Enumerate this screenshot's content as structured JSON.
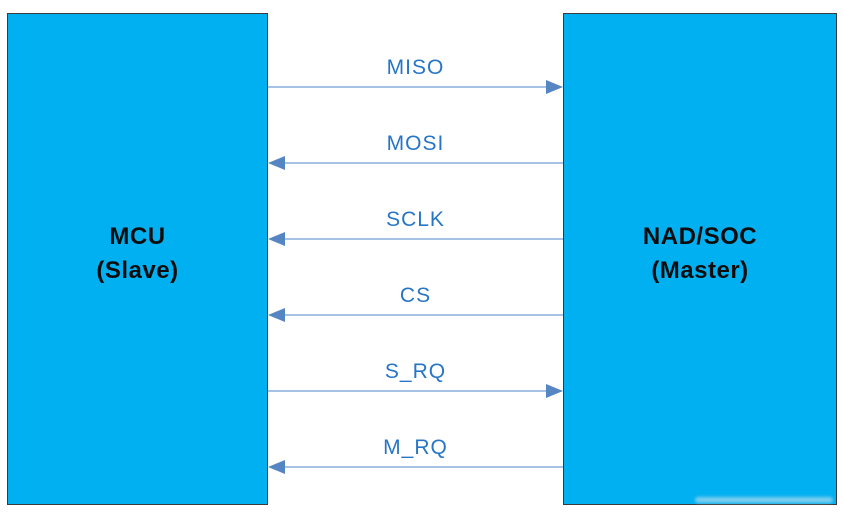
{
  "diagram": {
    "boxes": {
      "left": {
        "title": "MCU",
        "subtitle": "(Slave)"
      },
      "right": {
        "title": "NAD/SOC",
        "subtitle": "(Master)"
      }
    },
    "signals": [
      {
        "label": "MISO",
        "direction": "right"
      },
      {
        "label": "MOSI",
        "direction": "left"
      },
      {
        "label": "SCLK",
        "direction": "left"
      },
      {
        "label": "CS",
        "direction": "left"
      },
      {
        "label": "S_RQ",
        "direction": "right"
      },
      {
        "label": "M_RQ",
        "direction": "left"
      }
    ],
    "colors": {
      "box_fill": "#00B0F0",
      "box_border": "#3a3a3a",
      "label_color": "#2776C6",
      "line_color": "#A6C3E6",
      "arrow_color": "#5585C2"
    }
  }
}
